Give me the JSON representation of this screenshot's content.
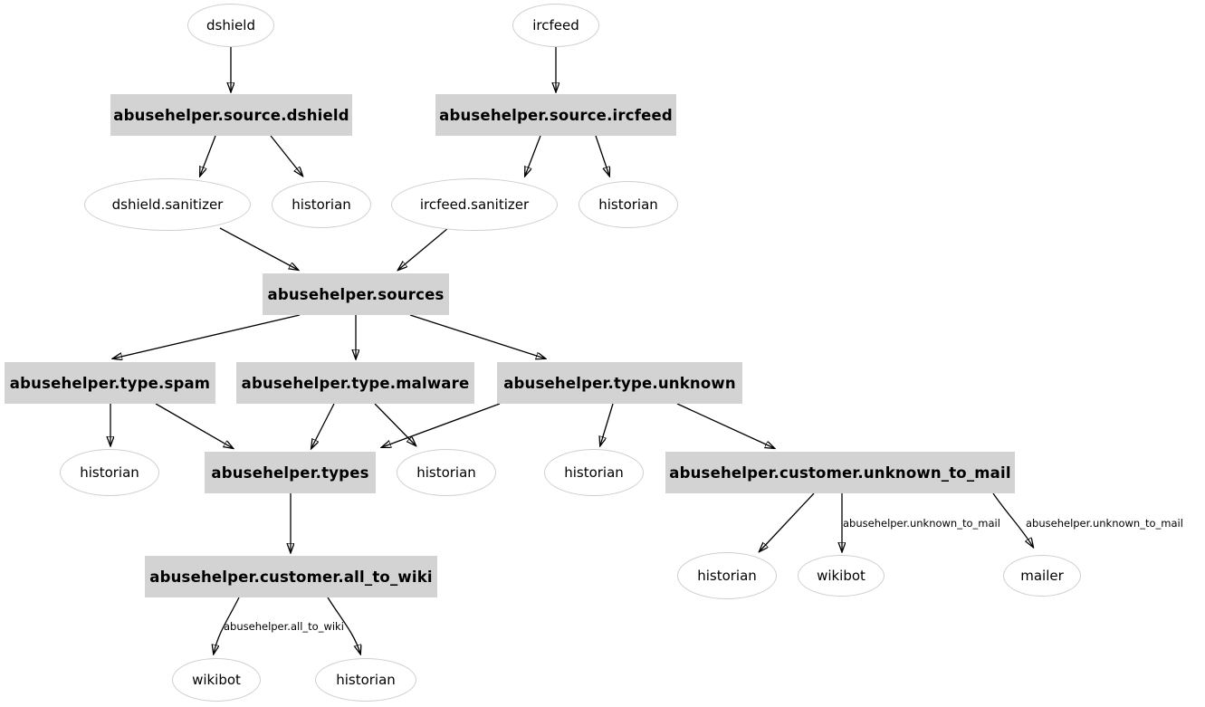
{
  "diagram": {
    "colors": {
      "rect_node_fill": "#d3d3d3",
      "ellipse_node_fill": "#ffffff",
      "ellipse_node_stroke": "#cfcfcf",
      "edge_color": "#000000",
      "text_color": "#000000",
      "background": "#ffffff"
    },
    "nodes": {
      "dshield": {
        "label": "dshield",
        "shape": "ellipse"
      },
      "ircfeed": {
        "label": "ircfeed",
        "shape": "ellipse"
      },
      "source_dshield": {
        "label": "abusehelper.source.dshield",
        "shape": "rect"
      },
      "source_ircfeed": {
        "label": "abusehelper.source.ircfeed",
        "shape": "rect"
      },
      "dshield_sanitizer": {
        "label": "dshield.sanitizer",
        "shape": "ellipse"
      },
      "historian_src_dshield": {
        "label": "historian",
        "shape": "ellipse"
      },
      "ircfeed_sanitizer": {
        "label": "ircfeed.sanitizer",
        "shape": "ellipse"
      },
      "historian_src_ircfeed": {
        "label": "historian",
        "shape": "ellipse"
      },
      "sources": {
        "label": "abusehelper.sources",
        "shape": "rect"
      },
      "type_spam": {
        "label": "abusehelper.type.spam",
        "shape": "rect"
      },
      "type_malware": {
        "label": "abusehelper.type.malware",
        "shape": "rect"
      },
      "type_unknown": {
        "label": "abusehelper.type.unknown",
        "shape": "rect"
      },
      "historian_spam": {
        "label": "historian",
        "shape": "ellipse"
      },
      "types": {
        "label": "abusehelper.types",
        "shape": "rect"
      },
      "historian_malware": {
        "label": "historian",
        "shape": "ellipse"
      },
      "historian_unknown": {
        "label": "historian",
        "shape": "ellipse"
      },
      "customer_unknown_to_mail": {
        "label": "abusehelper.customer.unknown_to_mail",
        "shape": "rect"
      },
      "customer_all_to_wiki": {
        "label": "abusehelper.customer.all_to_wiki",
        "shape": "rect"
      },
      "historian_u2m": {
        "label": "historian",
        "shape": "ellipse"
      },
      "wikibot_u2m": {
        "label": "wikibot",
        "shape": "ellipse"
      },
      "mailer": {
        "label": "mailer",
        "shape": "ellipse"
      },
      "wikibot_a2w": {
        "label": "wikibot",
        "shape": "ellipse"
      },
      "historian_a2w": {
        "label": "historian",
        "shape": "ellipse"
      }
    },
    "edges": [
      {
        "from": "dshield",
        "to": "abusehelper.source.dshield"
      },
      {
        "from": "ircfeed",
        "to": "abusehelper.source.ircfeed"
      },
      {
        "from": "abusehelper.source.dshield",
        "to": "dshield.sanitizer"
      },
      {
        "from": "abusehelper.source.dshield",
        "to": "historian"
      },
      {
        "from": "abusehelper.source.ircfeed",
        "to": "ircfeed.sanitizer"
      },
      {
        "from": "abusehelper.source.ircfeed",
        "to": "historian"
      },
      {
        "from": "dshield.sanitizer",
        "to": "abusehelper.sources"
      },
      {
        "from": "ircfeed.sanitizer",
        "to": "abusehelper.sources"
      },
      {
        "from": "abusehelper.sources",
        "to": "abusehelper.type.spam"
      },
      {
        "from": "abusehelper.sources",
        "to": "abusehelper.type.malware"
      },
      {
        "from": "abusehelper.sources",
        "to": "abusehelper.type.unknown"
      },
      {
        "from": "abusehelper.type.spam",
        "to": "historian"
      },
      {
        "from": "abusehelper.type.spam",
        "to": "abusehelper.types"
      },
      {
        "from": "abusehelper.type.malware",
        "to": "abusehelper.types"
      },
      {
        "from": "abusehelper.type.malware",
        "to": "historian"
      },
      {
        "from": "abusehelper.type.unknown",
        "to": "abusehelper.types"
      },
      {
        "from": "abusehelper.type.unknown",
        "to": "historian"
      },
      {
        "from": "abusehelper.type.unknown",
        "to": "abusehelper.customer.unknown_to_mail"
      },
      {
        "from": "abusehelper.types",
        "to": "abusehelper.customer.all_to_wiki"
      },
      {
        "from": "abusehelper.customer.unknown_to_mail",
        "to": "historian"
      },
      {
        "from": "abusehelper.customer.unknown_to_mail",
        "to": "wikibot",
        "label": "abusehelper.unknown_to_mail"
      },
      {
        "from": "abusehelper.customer.unknown_to_mail",
        "to": "mailer",
        "label": "abusehelper.unknown_to_mail"
      },
      {
        "from": "abusehelper.customer.all_to_wiki",
        "to": "wikibot",
        "label": "abusehelper.all_to_wiki"
      },
      {
        "from": "abusehelper.customer.all_to_wiki",
        "to": "historian"
      }
    ],
    "edge_labels": {
      "unknown_to_mail_wikibot": "abusehelper.unknown_to_mail",
      "unknown_to_mail_mailer": "abusehelper.unknown_to_mail",
      "all_to_wiki_wikibot": "abusehelper.all_to_wiki"
    }
  }
}
